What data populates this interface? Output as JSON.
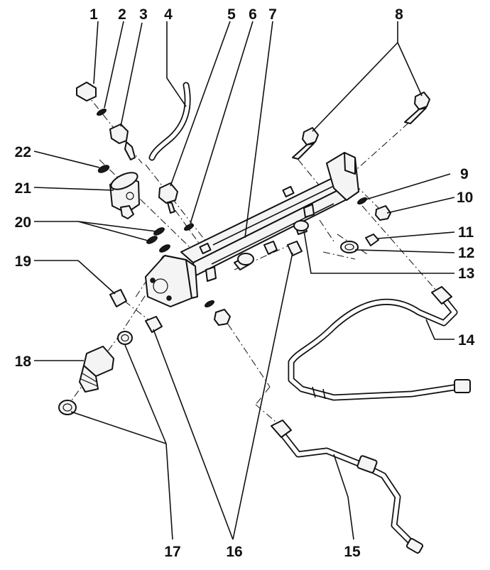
{
  "callouts": [
    {
      "id": "1",
      "label": "1"
    },
    {
      "id": "2",
      "label": "2"
    },
    {
      "id": "3",
      "label": "3"
    },
    {
      "id": "4",
      "label": "4"
    },
    {
      "id": "5",
      "label": "5"
    },
    {
      "id": "6",
      "label": "6"
    },
    {
      "id": "7",
      "label": "7"
    },
    {
      "id": "8",
      "label": "8"
    },
    {
      "id": "9",
      "label": "9"
    },
    {
      "id": "10",
      "label": "10"
    },
    {
      "id": "11",
      "label": "11"
    },
    {
      "id": "12",
      "label": "12"
    },
    {
      "id": "13",
      "label": "13"
    },
    {
      "id": "14",
      "label": "14"
    },
    {
      "id": "15",
      "label": "15"
    },
    {
      "id": "16",
      "label": "16"
    },
    {
      "id": "17",
      "label": "17"
    },
    {
      "id": "18",
      "label": "18"
    },
    {
      "id": "19",
      "label": "19"
    },
    {
      "id": "20",
      "label": "20"
    },
    {
      "id": "21",
      "label": "21"
    },
    {
      "id": "22",
      "label": "22"
    }
  ],
  "colors": {
    "ink": "#111111",
    "background": "#ffffff"
  }
}
